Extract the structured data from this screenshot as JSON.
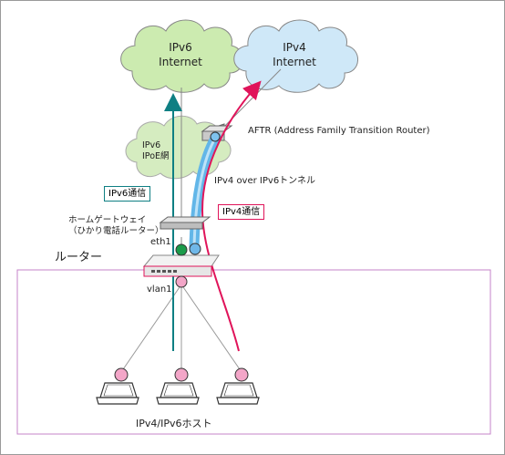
{
  "clouds": {
    "ipv6_internet": {
      "line1": "IPv6",
      "line2": "Internet"
    },
    "ipv4_internet": {
      "line1": "IPv4",
      "line2": "Internet"
    },
    "ipoe_network": {
      "line1": "IPv6",
      "line2": "IPoE網"
    }
  },
  "aftr": {
    "label": "AFTR (Address Family Transition Router)"
  },
  "tunnel": {
    "label": "IPv4 over IPv6トンネル"
  },
  "flows": {
    "ipv6": {
      "label": "IPv6通信",
      "color": "#0e7f83"
    },
    "ipv4": {
      "label": "IPv4通信",
      "color": "#e0145a"
    }
  },
  "home_gateway": {
    "line1": "ホームゲートウェイ",
    "line2": "（ひかり電話ルーター）"
  },
  "router": {
    "label": "ルーター",
    "wan_port": "eth1",
    "lan_port": "vlan1"
  },
  "hosts": {
    "label": "IPv4/IPv6ホスト"
  },
  "colors": {
    "cloud_green": "#ccebb0",
    "cloud_blue": "#cfe8f8",
    "cloud_ipoe": "#d5ecc0",
    "tunnel_blue": "#62b6e8",
    "lan_border": "#c583c9",
    "node_pink": "#f3a6c8"
  }
}
